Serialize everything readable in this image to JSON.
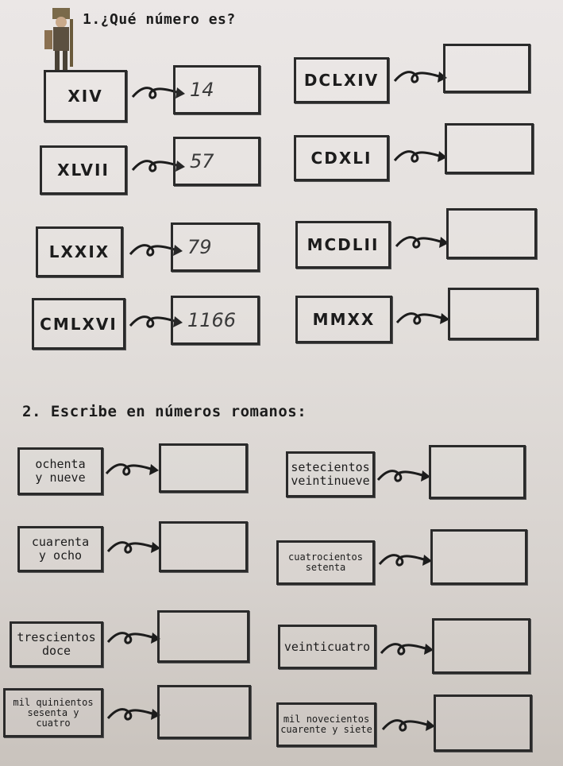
{
  "section1": {
    "title": "1.¿Qué número es?",
    "items": [
      {
        "roman": "XIV",
        "answer": "14"
      },
      {
        "roman": "XLVII",
        "answer": "57"
      },
      {
        "roman": "LXXIX",
        "answer": "79"
      },
      {
        "roman": "CMLXVI",
        "answer": "1166"
      },
      {
        "roman": "DCLXIV",
        "answer": ""
      },
      {
        "roman": "CDXLI",
        "answer": ""
      },
      {
        "roman": "MCDLII",
        "answer": ""
      },
      {
        "roman": "MMXX",
        "answer": ""
      }
    ]
  },
  "section2": {
    "title": "2. Escribe en números romanos:",
    "items": [
      {
        "line1": "ochenta",
        "line2": "y nueve",
        "answer": ""
      },
      {
        "line1": "cuarenta",
        "line2": "y ocho",
        "answer": ""
      },
      {
        "line1": "trescientos",
        "line2": "doce",
        "answer": ""
      },
      {
        "line1": "mil quinientos",
        "line2": "sesenta y",
        "line3": "cuatro",
        "answer": ""
      },
      {
        "line1": "setecientos",
        "line2": "veintinueve",
        "answer": ""
      },
      {
        "line1": "cuatrocientos",
        "line2": "setenta",
        "answer": ""
      },
      {
        "line1": "veinticuatro",
        "answer": ""
      },
      {
        "line1": "mil novecientos",
        "line2": "cuarente y siete",
        "answer": ""
      }
    ]
  }
}
